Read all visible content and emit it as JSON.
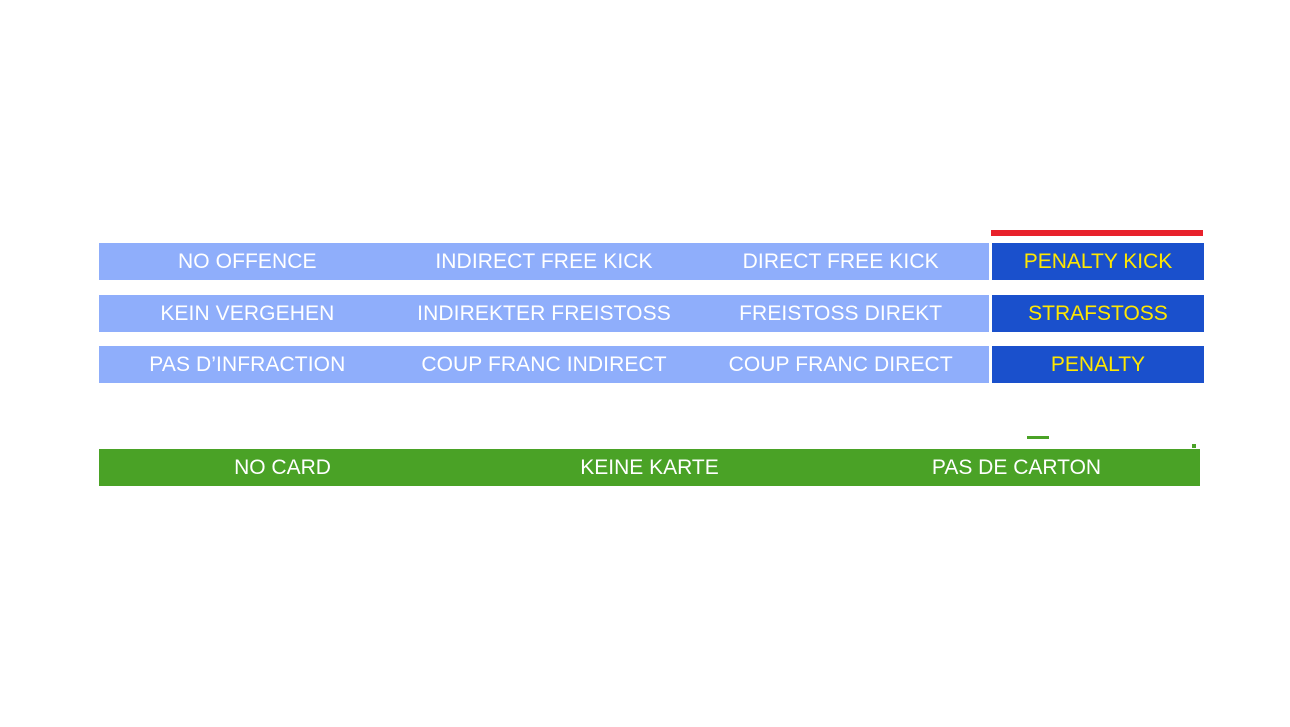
{
  "slide": {
    "background_color": "#FFFFFF",
    "accent_red": "#E8212B",
    "light_blue": "#8FAEFB",
    "dark_blue": "#1A50CC",
    "green": "#4AA226",
    "yellow_text": "#FFE700",
    "white_text": "#FFFFFF"
  },
  "offence_table": {
    "rows": [
      {
        "language": "english",
        "cells": [
          "NO OFFENCE",
          "INDIRECT FREE KICK",
          "DIRECT FREE KICK"
        ],
        "penalty_cell": "PENALTY KICK"
      },
      {
        "language": "german",
        "cells": [
          "KEIN VERGEHEN",
          "INDIREKTER FREISTOSS",
          "FREISTOSS DIREKT"
        ],
        "penalty_cell": "STRAFSTOSS"
      },
      {
        "language": "french",
        "cells": [
          "PAS D’INFRACTION",
          "COUP FRANC INDIRECT",
          "COUP FRANC DIRECT"
        ],
        "penalty_cell": "PENALTY"
      }
    ]
  },
  "card_bar": {
    "cells": [
      "NO CARD",
      "KEINE KARTE",
      "PAS DE CARTON"
    ]
  }
}
